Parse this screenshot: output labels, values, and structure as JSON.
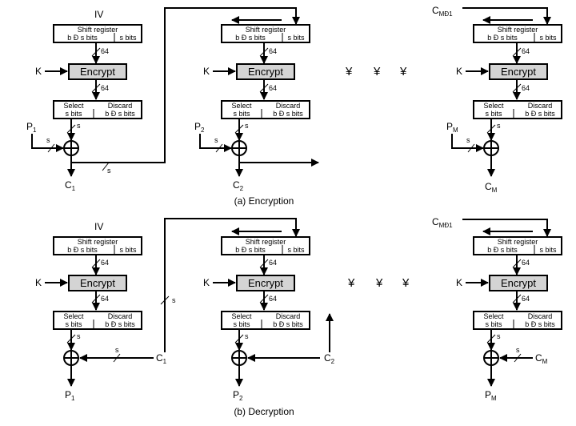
{
  "labels": {
    "iv": "IV",
    "key": "K",
    "encrypt": "Encrypt",
    "shift_register": "Shift register",
    "shift_left": "b Ð s bits",
    "shift_right": "s bits",
    "select_top": "Select",
    "select_bottom": "s bits",
    "discard_top": "Discard",
    "discard_bottom": "b Ð s bits",
    "width_64": "64",
    "width_s": "s",
    "yen": "¥",
    "c_m_minus_1": "C",
    "c_m_minus_1_sub": "MÐ1"
  },
  "encryption": {
    "caption": "(a) Encryption",
    "inputs": [
      {
        "main": "P",
        "sub": "1"
      },
      {
        "main": "P",
        "sub": "2"
      },
      {
        "main": "P",
        "sub": "M"
      }
    ],
    "outputs": [
      {
        "main": "C",
        "sub": "1"
      },
      {
        "main": "C",
        "sub": "2"
      },
      {
        "main": "C",
        "sub": "M"
      }
    ]
  },
  "decryption": {
    "caption": "(b) Decryption",
    "inputs": [
      {
        "main": "C",
        "sub": "1"
      },
      {
        "main": "C",
        "sub": "2"
      },
      {
        "main": "C",
        "sub": "M"
      }
    ],
    "outputs": [
      {
        "main": "P",
        "sub": "1"
      },
      {
        "main": "P",
        "sub": "2"
      },
      {
        "main": "P",
        "sub": "M"
      }
    ]
  }
}
